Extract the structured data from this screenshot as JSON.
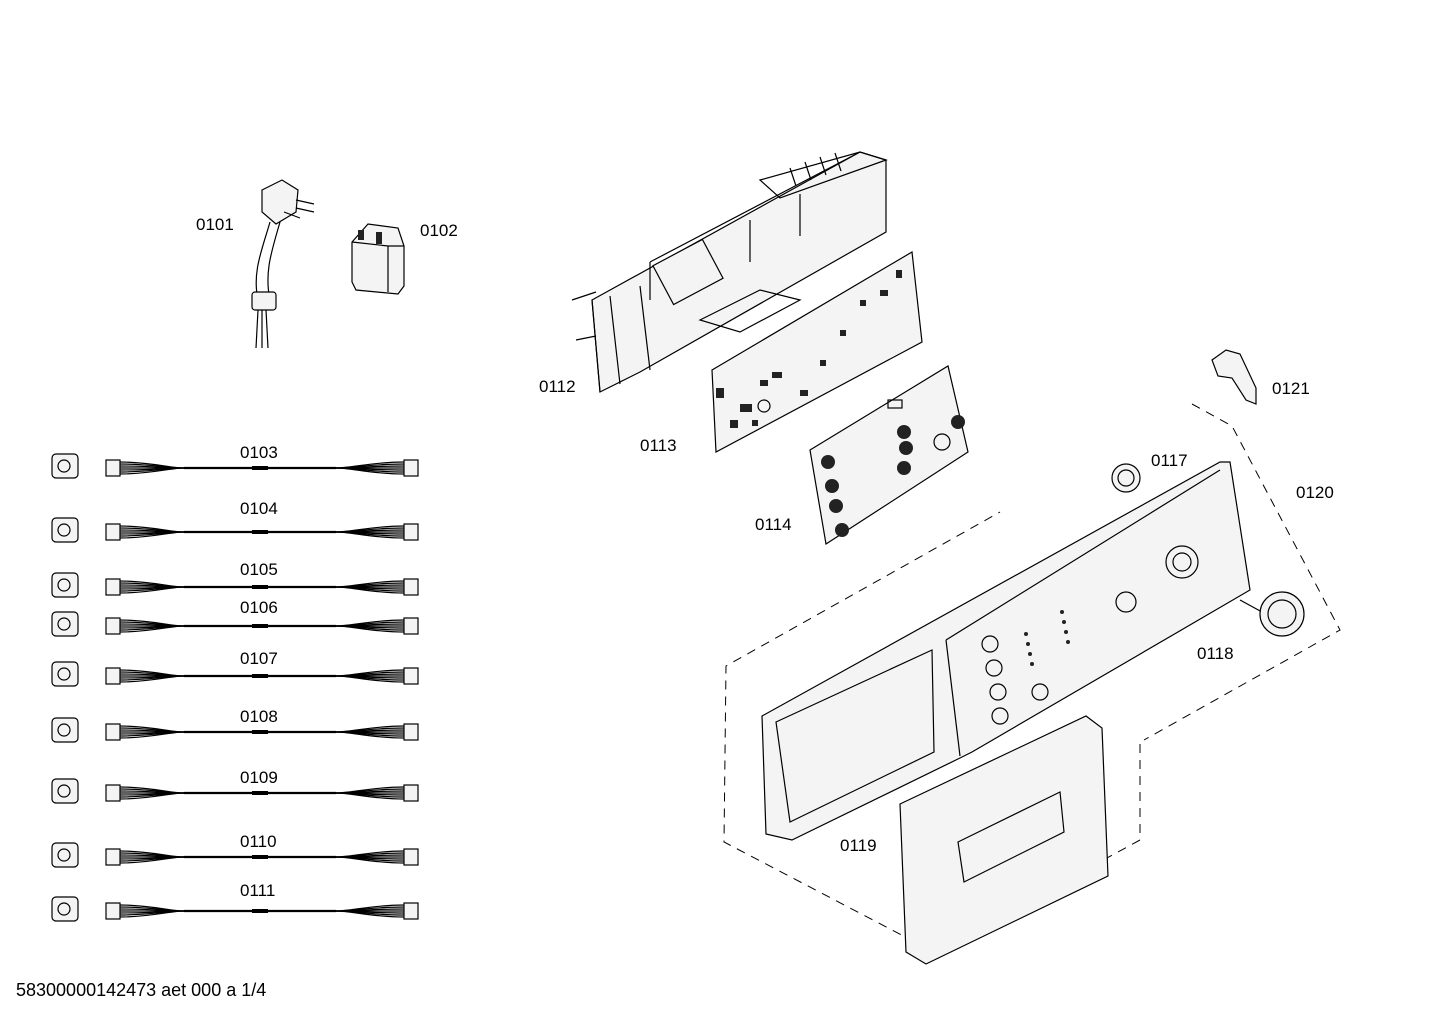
{
  "parts": [
    {
      "id": "0101",
      "label": "0101",
      "icon": "power-cord-plug-icon"
    },
    {
      "id": "0102",
      "label": "0102",
      "icon": "suppressor-filter-icon"
    },
    {
      "id": "0103",
      "label": "0103",
      "icon": "wiring-harness-icon"
    },
    {
      "id": "0104",
      "label": "0104",
      "icon": "wiring-harness-icon"
    },
    {
      "id": "0105",
      "label": "0105",
      "icon": "wiring-harness-icon"
    },
    {
      "id": "0106",
      "label": "0106",
      "icon": "wiring-harness-icon"
    },
    {
      "id": "0107",
      "label": "0107",
      "icon": "wiring-harness-icon"
    },
    {
      "id": "0108",
      "label": "0108",
      "icon": "wiring-harness-icon"
    },
    {
      "id": "0109",
      "label": "0109",
      "icon": "wiring-harness-icon"
    },
    {
      "id": "0110",
      "label": "0110",
      "icon": "wiring-harness-icon"
    },
    {
      "id": "0111",
      "label": "0111",
      "icon": "wiring-harness-icon"
    },
    {
      "id": "0112",
      "label": "0112",
      "icon": "control-module-housing-icon"
    },
    {
      "id": "0113",
      "label": "0113",
      "icon": "circuit-board-icon"
    },
    {
      "id": "0114",
      "label": "0114",
      "icon": "control-board-icon"
    },
    {
      "id": "0117",
      "label": "0117",
      "icon": "indicator-lens-icon"
    },
    {
      "id": "0118",
      "label": "0118",
      "icon": "program-knob-icon"
    },
    {
      "id": "0119",
      "label": "0119",
      "icon": "dispenser-handle-icon"
    },
    {
      "id": "0120",
      "label": "0120",
      "icon": "control-panel-fascia-icon"
    },
    {
      "id": "0121",
      "label": "0121",
      "icon": "bracket-clip-icon"
    }
  ],
  "footer": "58300000142473 aet 000 a 1/4"
}
